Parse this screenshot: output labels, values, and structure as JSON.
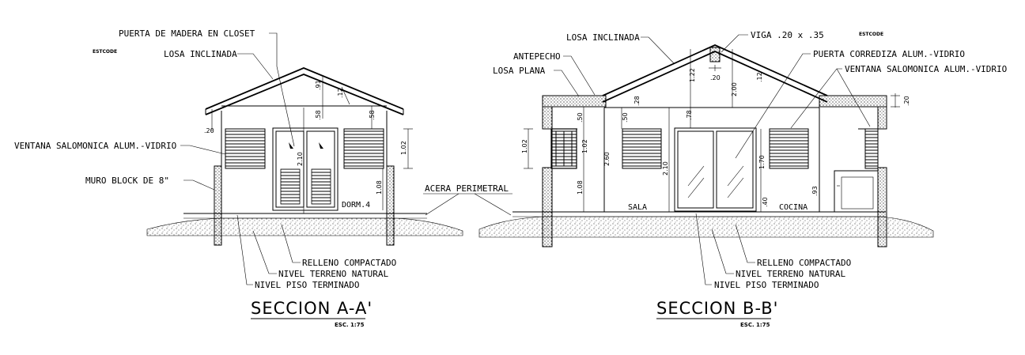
{
  "section_a": {
    "title": "SECCION A-A'",
    "scale": "ESC. 1:75",
    "stamp": "ESTCODE",
    "room": "DORM.4",
    "labels": {
      "door_closet": "PUERTA DE MADERA EN CLOSET",
      "roof": "LOSA INCLINADA",
      "window": "VENTANA SALOMONICA ALUM.-VIDRIO",
      "wall": "MURO BLOCK DE 8\"",
      "fill": "RELLENO COMPACTADO",
      "natural": "NIVEL TERRENO NATURAL",
      "floor": "NIVEL PISO TERMINADO"
    },
    "dims": {
      "d91": ".91",
      "d12": ".12",
      "d20": ".20",
      "d58a": ".58",
      "d58b": ".58",
      "d102": "1.02",
      "d210": "2.10",
      "d108": "1.08"
    }
  },
  "section_b": {
    "title": "SECCION B-B'",
    "scale": "ESC. 1:75",
    "stamp": "ESTCODE",
    "rooms": {
      "sala": "SALA",
      "cocina": "COCINA"
    },
    "labels": {
      "roof": "LOSA INCLINADA",
      "beam": "VIGA .20 x .35",
      "slide_door": "PUERTA CORREDIZA ALUM.-VIDRIO",
      "parapet": "ANTEPECHO",
      "window": "VENTANA SALOMONICA ALUM.-VIDRIO",
      "flat": "LOSA PLANA",
      "fill": "RELLENO COMPACTADO",
      "natural": "NIVEL TERRENO NATURAL",
      "floor": "NIVEL PISO TERMINADO"
    },
    "dims": {
      "d122": "1.22",
      "d200": "2.00",
      "d12": ".12",
      "d20a": ".20",
      "d20b": ".20",
      "d28": ".28",
      "d50a": ".50",
      "d50b": ".50",
      "d78": ".78",
      "d102a": "1.02",
      "d102b": "1.02",
      "d260": "2.60",
      "d108": "1.08",
      "d210": "2.10",
      "d170": "1.70",
      "d93": ".93",
      "d40": ".40"
    }
  },
  "shared": {
    "sidewalk": "ACERA PERIMETRAL"
  }
}
